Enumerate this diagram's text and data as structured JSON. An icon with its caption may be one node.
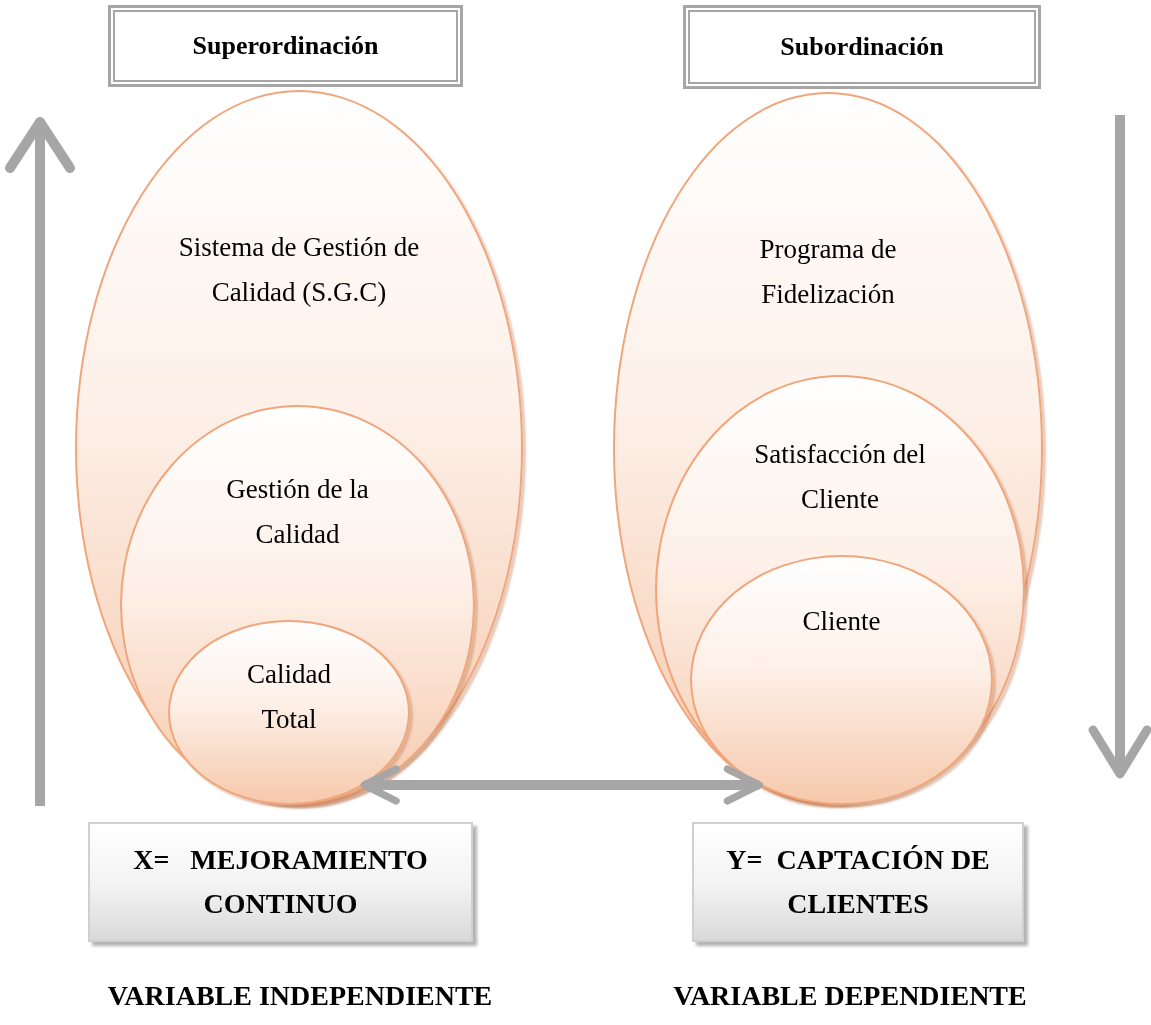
{
  "diagram": {
    "nodes": [
      {
        "text": [
          "Superordinación"
        ]
      },
      {
        "text": [
          "Subordinación"
        ]
      },
      {
        "text": [
          "Sistema de Gestión de Calidad (S.G.C)"
        ]
      },
      {
        "text": [
          "Gestión de la Calidad"
        ],
        "in": 2
      },
      {
        "text": [
          "Calidad Total"
        ],
        "in": 3
      },
      {
        "text": [
          "Programa de Fidelización"
        ]
      },
      {
        "text": [
          "Satisfacción del Cliente"
        ],
        "in": 5
      },
      {
        "text": [
          "Cliente"
        ],
        "in": 6
      },
      {
        "text": [
          "X=   MEJORAMIENTO CONTINUO"
        ]
      },
      {
        "text": [
          "Y=  CAPTACIÓN DE CLIENTES"
        ]
      }
    ],
    "edges": [
      {
        "from": 4,
        "to": 7,
        "arrow": "both"
      }
    ],
    "labels": [
      "VARIABLE INDEPENDIENTE",
      "VARIABLE DEPENDIENTE"
    ]
  }
}
